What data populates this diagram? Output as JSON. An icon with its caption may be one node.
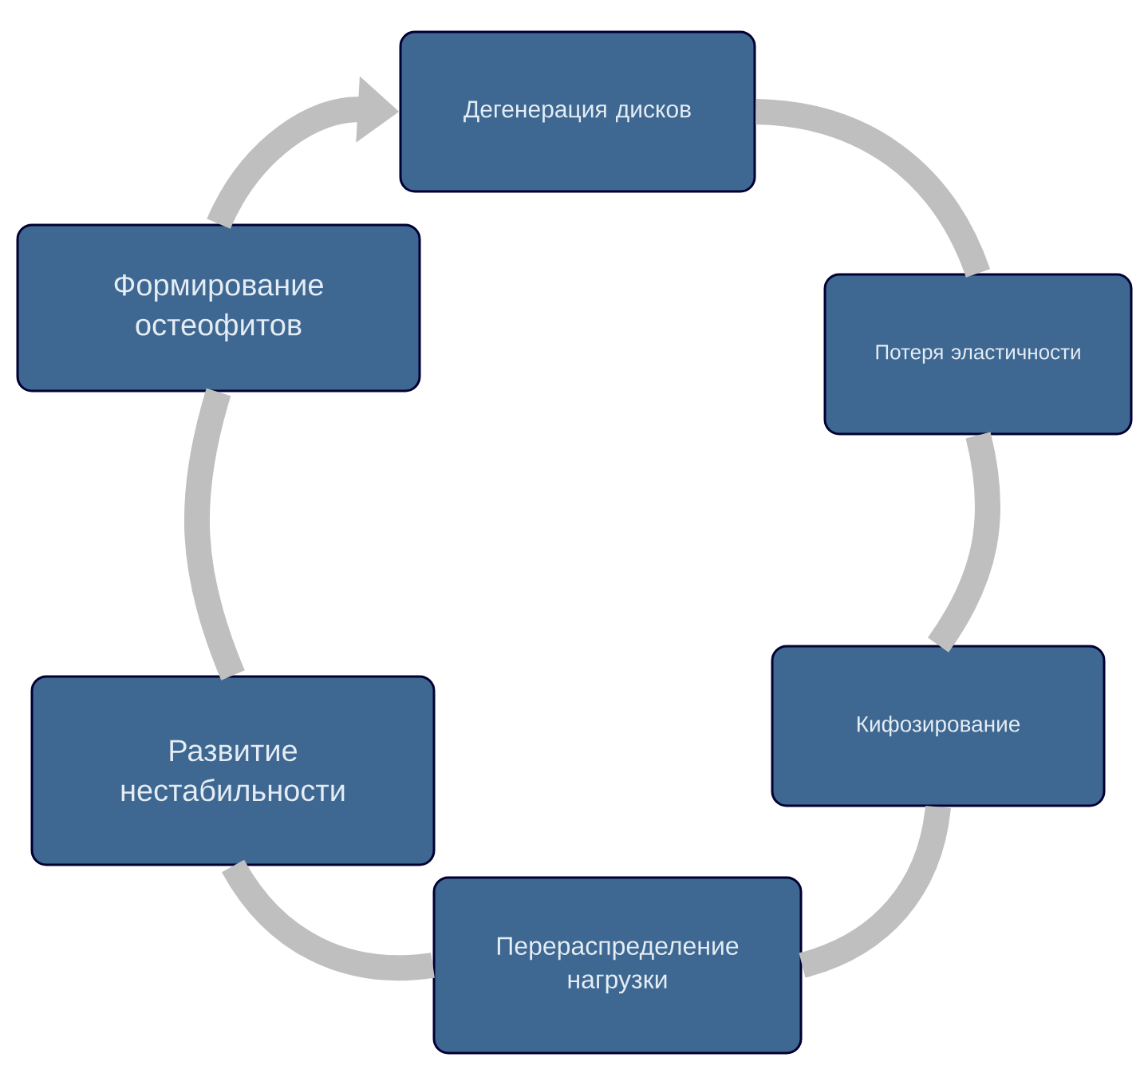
{
  "diagram": {
    "nodes": [
      {
        "text": [
          "Дегенерация дисков"
        ]
      },
      {
        "text": [
          "Потеря эластичности"
        ]
      },
      {
        "text": [
          "Кифозирование"
        ]
      },
      {
        "text": [
          "Перераспределение нагрузки"
        ]
      },
      {
        "text": [
          "Развитие нестабильности"
        ]
      },
      {
        "text": [
          "Формирование остеофитов"
        ]
      }
    ],
    "edges": [
      {
        "from": 0,
        "to": 1,
        "arrow": "none"
      },
      {
        "from": 1,
        "to": 2,
        "arrow": "none"
      },
      {
        "from": 2,
        "to": 3,
        "arrow": "none"
      },
      {
        "from": 3,
        "to": 4,
        "arrow": "none"
      },
      {
        "from": 4,
        "to": 5,
        "arrow": "none"
      },
      {
        "from": 5,
        "to": 0,
        "arrow": "to"
      }
    ]
  }
}
